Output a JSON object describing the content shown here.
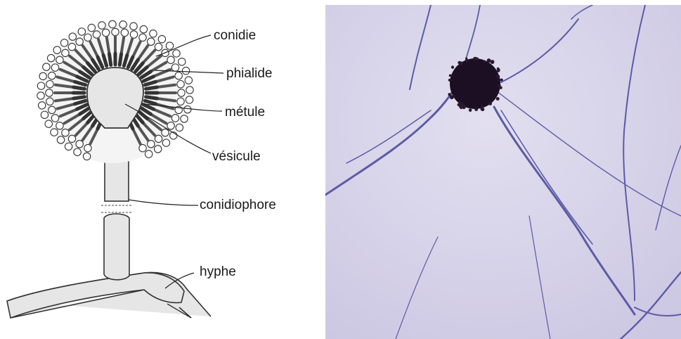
{
  "diagram": {
    "labels": {
      "conidie": "conidie",
      "phialide": "phialide",
      "metule": "métule",
      "vesicule": "vésicule",
      "conidiophore": "conidiophore",
      "hyphe": "hyphe"
    }
  },
  "photo": {
    "subject": "micrograph-aspergillus-conidiophore",
    "background_color": "#d7d3e9",
    "hyphae_color": "#5b5ba5",
    "head_color": "#1c0f24"
  }
}
